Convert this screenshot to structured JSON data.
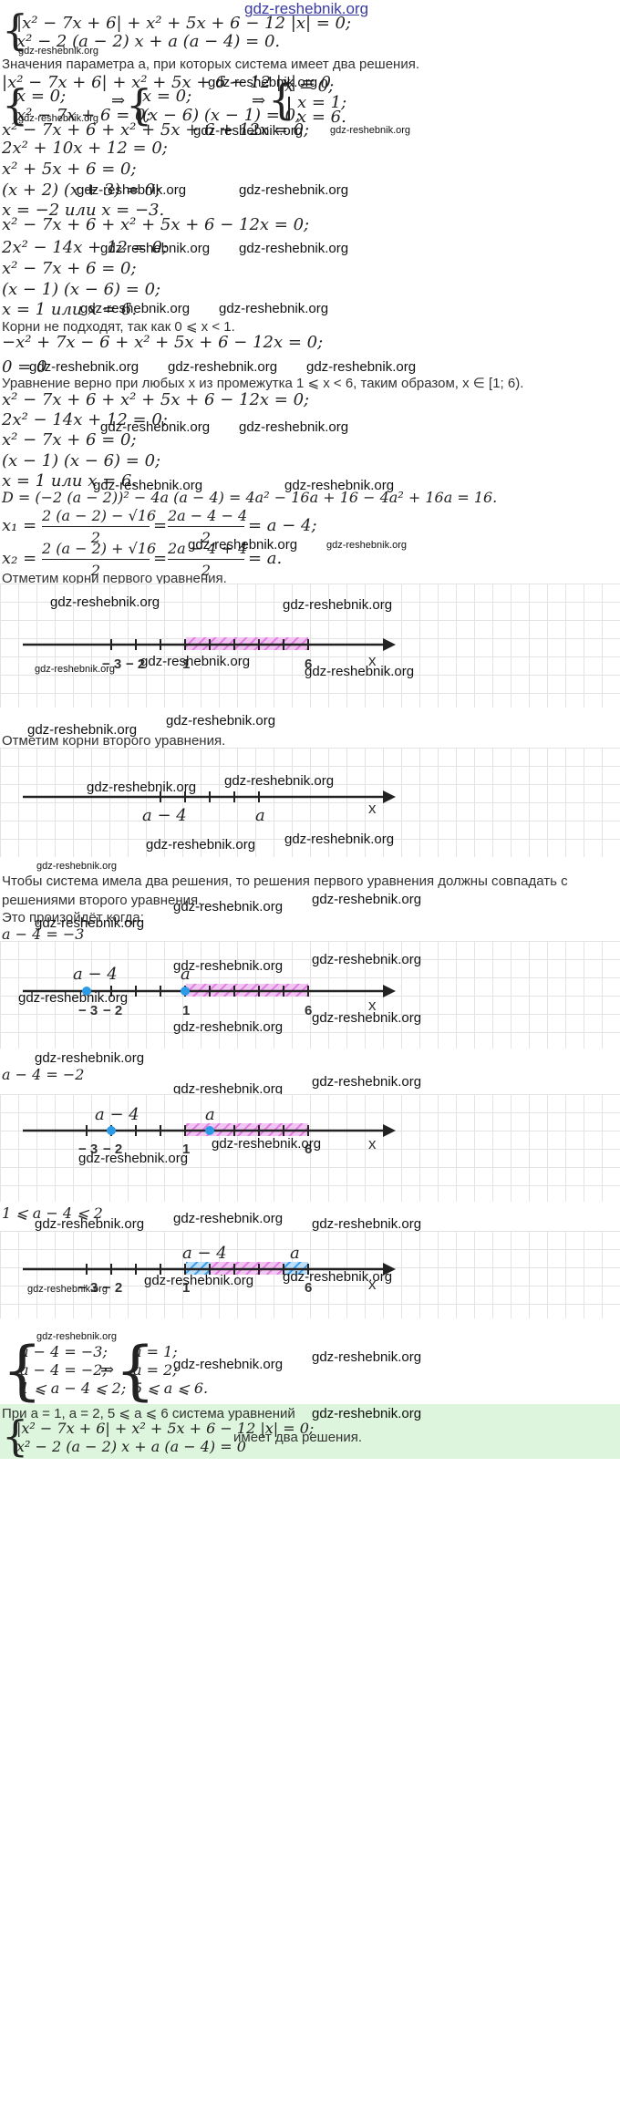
{
  "watermark": "gdz-reshebnik.org",
  "top_link": "gdz-reshebnik.org",
  "system": {
    "line1": "|x² − 7x + 6| + x² + 5x + 6 − 12 |x| = 0;",
    "line2": "x² − 2 (a − 2) x + a (a − 4) = 0."
  },
  "intro_text": "Значения параметра a, при которых система имеет два решения.",
  "eq_main": "|x² − 7x + 6| + x² + 5x + 6 − 12 |x| = 0",
  "sys2": {
    "l1": "x = 0;",
    "l2": "x² − 7x + 6 = 0;",
    "arrow": "⇒",
    "m1": "x = 0;",
    "m2": "(x − 6) (x − 1) = 0;",
    "r1": "x = 0;",
    "r2": "x = 1;",
    "r3": "x = 6."
  },
  "case1": [
    "x² − 7x + 6 + x² + 5x + 6 + 12x = 0;",
    "2x² + 10x + 12 = 0;",
    "x² + 5x + 6 = 0;",
    "(x + 2) (x + 3) = 0;",
    "x = −2 или x = −3.",
    "x² − 7x + 6 + x² + 5x + 6 − 12x = 0;",
    "2x² − 14x + 12 = 0;",
    "x² − 7x + 6 = 0;",
    "(x − 1) (x − 6) = 0;",
    "x = 1 или x = 6."
  ],
  "not_fit": "Корни не подходят, так как 0 ⩽ x < 1.",
  "case2": [
    "−x² + 7x − 6 + x² + 5x + 6 − 12x = 0;",
    "0 = 0"
  ],
  "true_for": "Уравнение верно при любых x из промежутка 1 ⩽ x < 6, таким образом, x ∈ [1; 6).",
  "case3": [
    "x² − 7x + 6 + x² + 5x + 6 − 12x = 0;",
    "2x² − 14x + 12 = 0;",
    "x² − 7x + 6 = 0;",
    "(x − 1) (x − 6) = 0;",
    "x = 1 или x = 6."
  ],
  "disc": "D = (−2 (a − 2))² − 4a (a − 4) = 4a² − 16a + 16 − 4a² + 16a = 16.",
  "x1": {
    "lhs": "x₁ =",
    "num1": "2 (a − 2) − √16",
    "den1": "2",
    "num2": "2a − 4 − 4",
    "den2": "2",
    "res": "= a − 4;"
  },
  "x2": {
    "lhs": "x₂ =",
    "num1": "2 (a − 2) + √16",
    "den1": "2",
    "num2": "2a − 4 + 4",
    "den2": "2",
    "res": "= a."
  },
  "mark_first": "Отметим корни первого уравнения.",
  "mark_second": "Отметим корни второго уравнения.",
  "axis_x": "x",
  "labels": {
    "m3": "− 3",
    "m2": "− 2",
    "one": "1",
    "six": "6",
    "a_minus_4": "a − 4",
    "a": "a"
  },
  "cond_text": "Чтобы система имела два решения, то решения первого уравнения должны совпадать с решениями второго уравнения.",
  "when_text": "Это произойдёт когда:",
  "cond_a": "a − 4 = −3",
  "cond_b": "a − 4 = −2",
  "cond_c": "1 ⩽ a − 4 ⩽ 2",
  "final_sys": {
    "l1": "a − 4 = −3;",
    "l2": "a − 4 = −2;",
    "l3": "1 ⩽ a − 4 ⩽ 2;",
    "arrow": "⇒",
    "r1": "a = 1;",
    "r2": "a = 2;",
    "r3": "5 ⩽ a ⩽ 6."
  },
  "answer": {
    "prefix": "При a = 1, a = 2, 5 ⩽ a ⩽ 6 система уравнений",
    "line1": "|x² − 7x + 6| + x² + 5x + 6 − 12 |x| = 0;",
    "line2": "x² − 2 (a − 2) x + a (a − 4) = 0",
    "suffix": "имеет два решения."
  },
  "colors": {
    "hatch_pink": "#e07be0",
    "hatch_blue": "#3d9be9",
    "point": "#2b9be8",
    "answer_bg": "#dcf5dc"
  }
}
